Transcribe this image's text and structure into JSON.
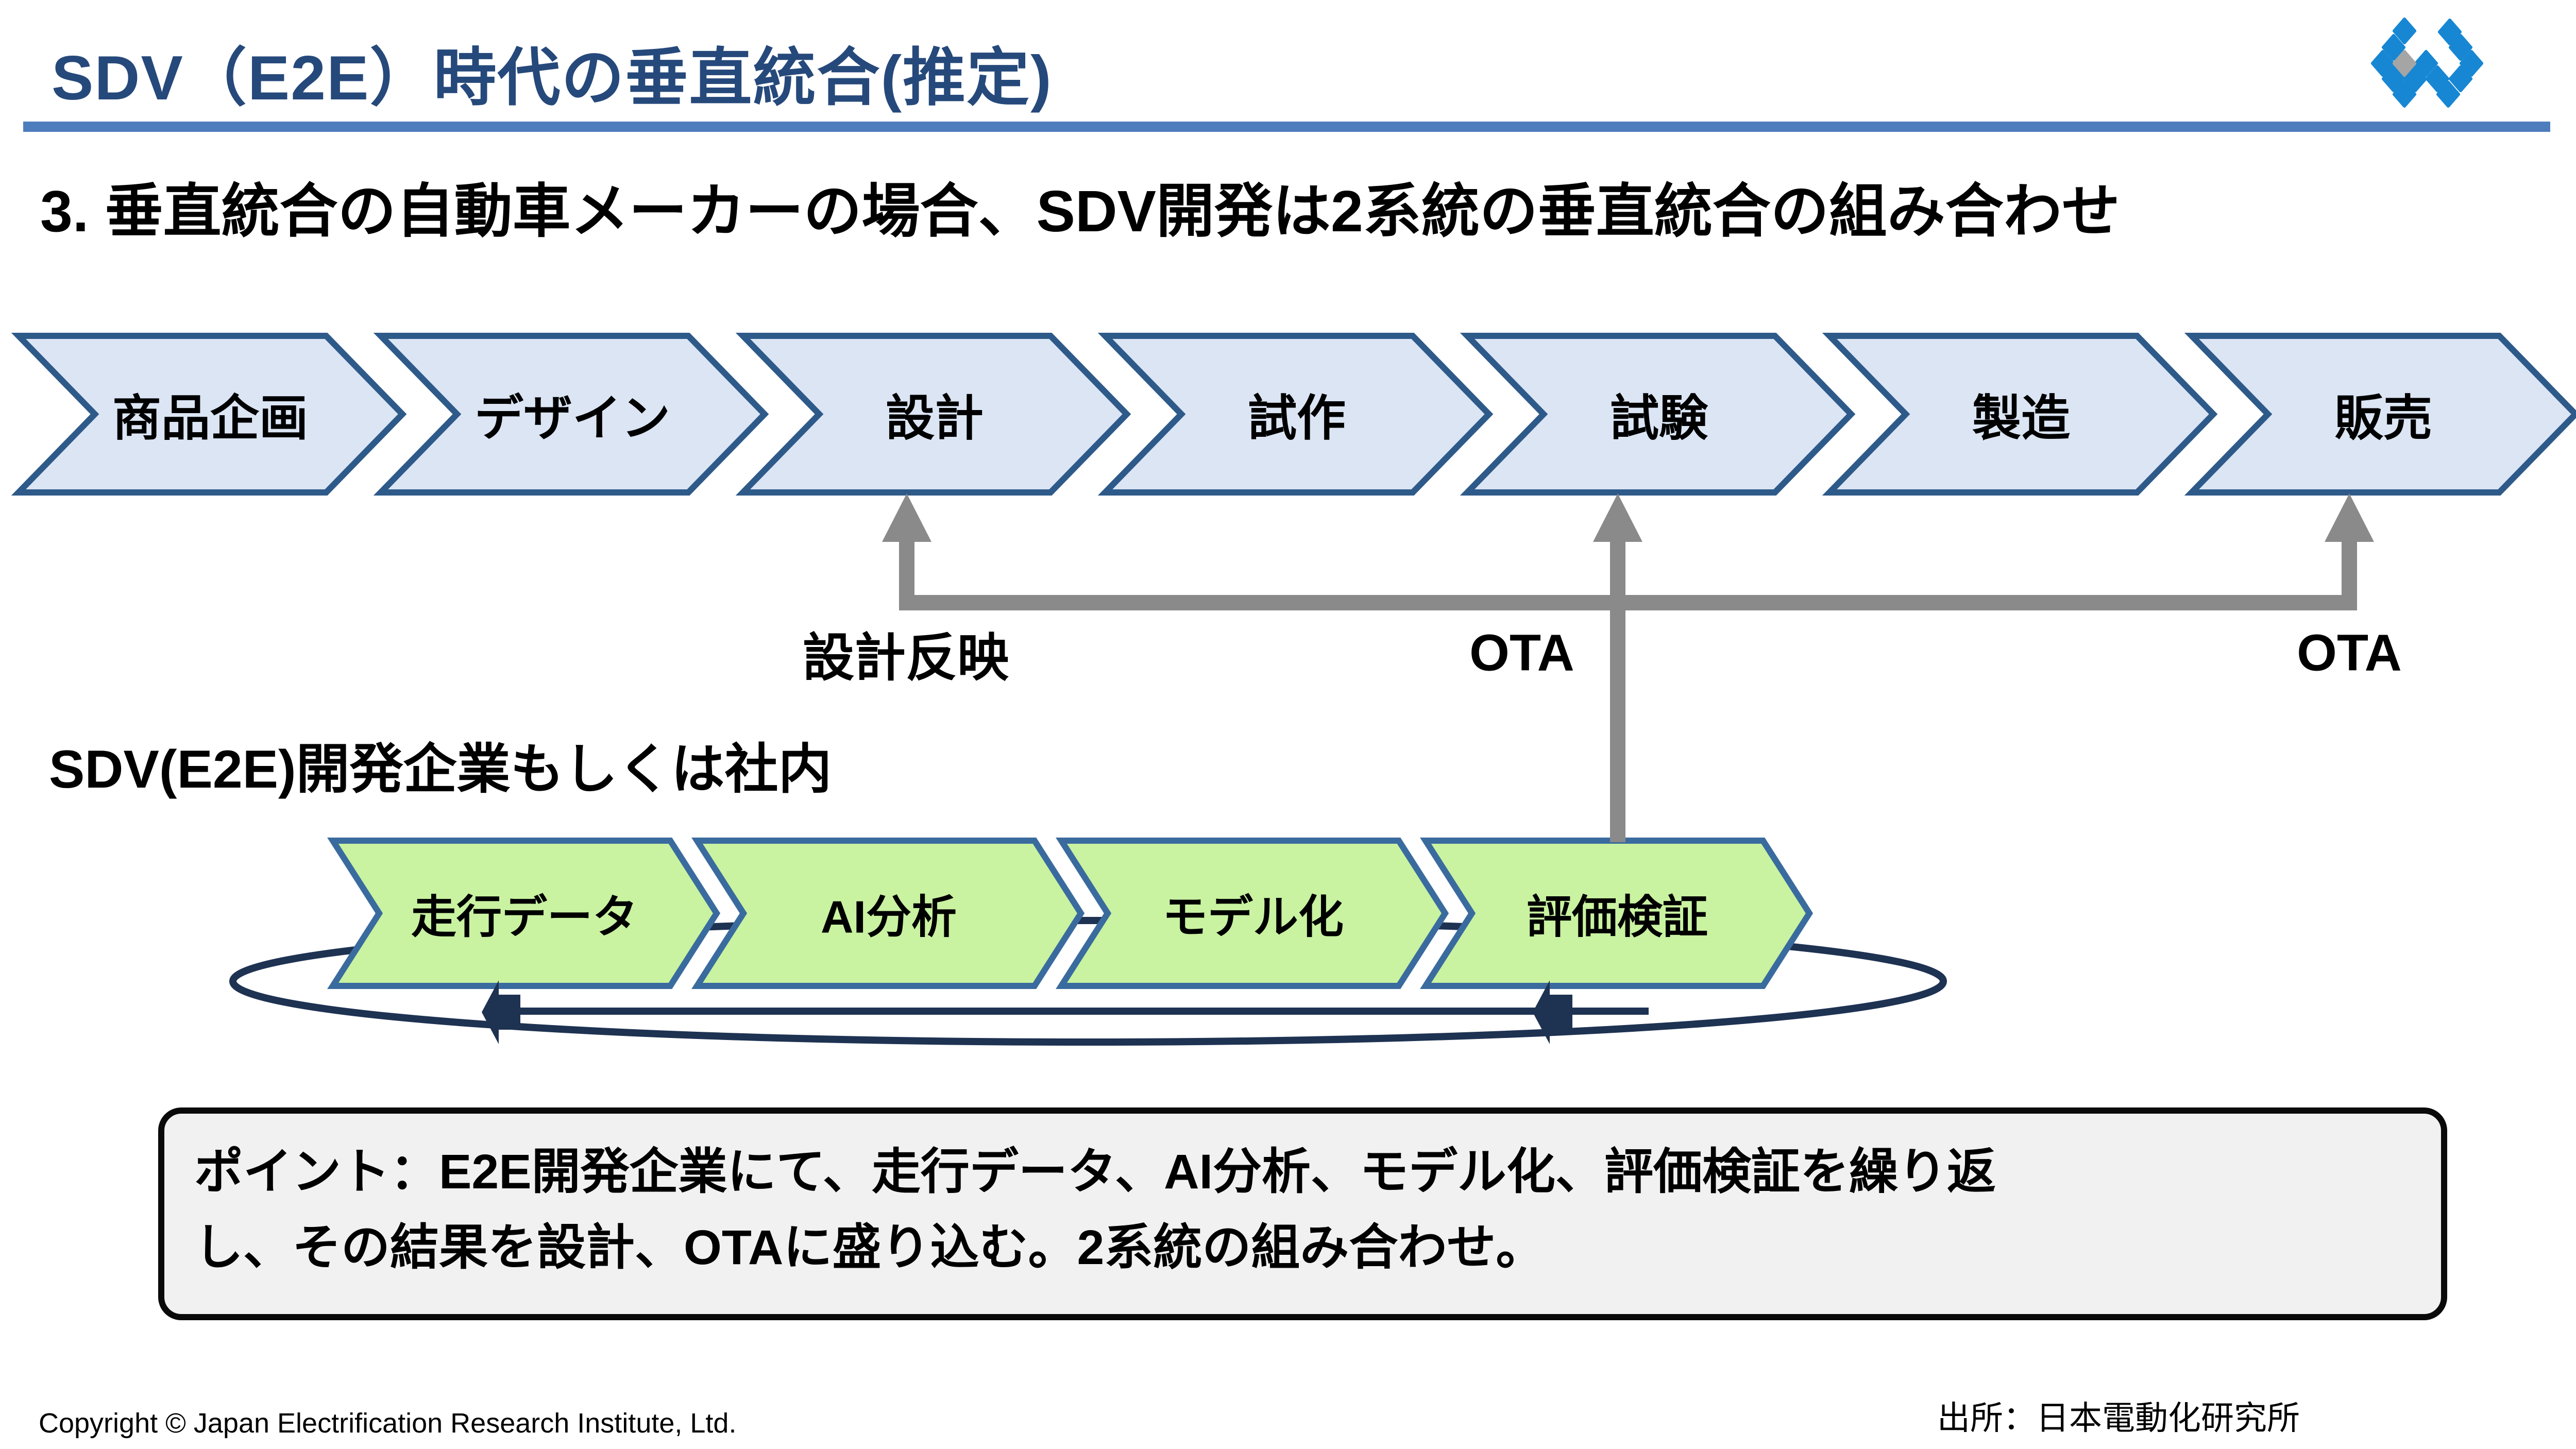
{
  "page": {
    "title": "SDV（E2E）時代の垂直統合(推定)"
  },
  "heading": "3. 垂直統合の自動車メーカーの場合、SDV開発は2系統の垂直統合の組み合わせ",
  "top_process": {
    "items": [
      "商品企画",
      "デザイン",
      "設計",
      "試作",
      "試験",
      "製造",
      "販売"
    ]
  },
  "connectors": {
    "design_feedback": "設計反映",
    "ota_test": "OTA",
    "ota_sales": "OTA"
  },
  "sdv_loop": {
    "caption": "SDV(E2E)開発企業もしくは社内",
    "items": [
      "走行データ",
      "AI分析",
      "モデル化",
      "評価検証"
    ]
  },
  "point_box": {
    "line1": "ポイント：E2E開発企業にて、走行データ、AI分析、モデル化、評価検証を繰り返",
    "line2": "し、その結果を設計、OTAに盛り込む。2系統の組み合わせ。"
  },
  "footer": {
    "copyright": "Copyright © Japan Electrification Research Institute, Ltd.",
    "source": "出所：日本電動化研究所"
  },
  "colors": {
    "title_blue": "#26497B",
    "divider_blue": "#4E7DBE",
    "process_fill": "#DBE5F4",
    "process_border": "#2E5A8A",
    "loop_fill": "#C9F2A1",
    "loop_border": "#3A6B9E",
    "connector_gray": "#8A8A8A",
    "loop_navy": "#1E3252",
    "logo_blue": "#1787D3",
    "logo_gray": "#A5A5A5",
    "point_box_fill": "#F1F1F1"
  }
}
